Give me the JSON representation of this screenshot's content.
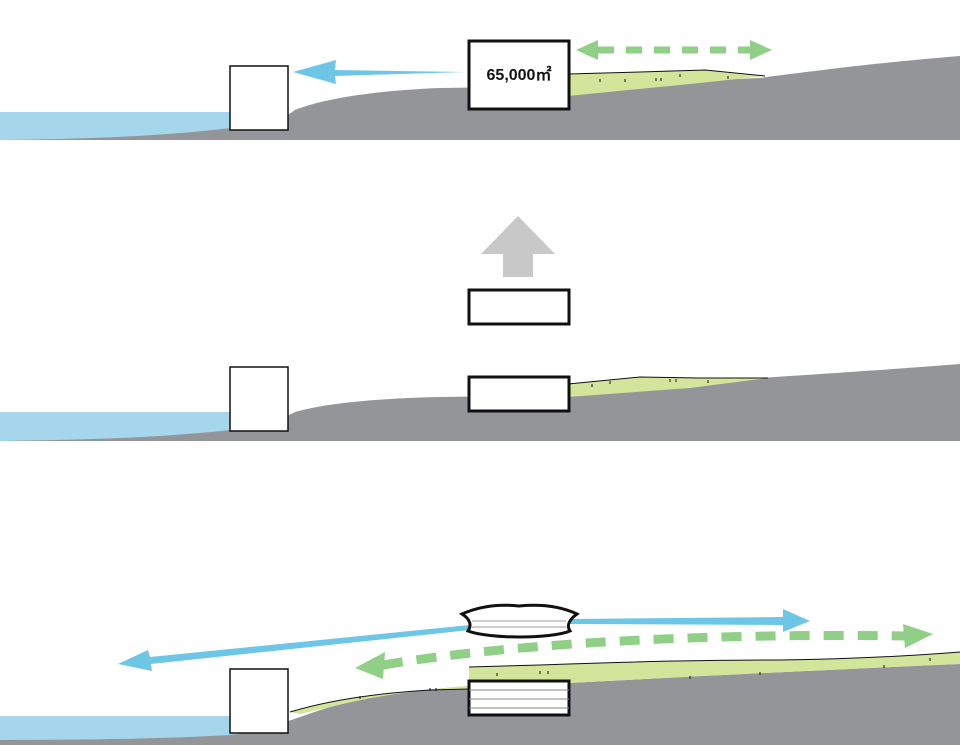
{
  "panels": [
    {
      "id": "existing",
      "building_area_label": "65,000㎡"
    },
    {
      "id": "lifted"
    },
    {
      "id": "proposed"
    }
  ],
  "colors": {
    "ground": "#939598",
    "water": "#a6d6ec",
    "green": "#d2e59b",
    "blue_arrow": "#6ec6e6",
    "green_arrow": "#8fcf86",
    "up_arrow": "#c8c8c8",
    "outline": "#111111"
  },
  "icons": [
    "flow-arrow-icon",
    "up-arrow-icon",
    "double-dashed-arrow-icon"
  ]
}
